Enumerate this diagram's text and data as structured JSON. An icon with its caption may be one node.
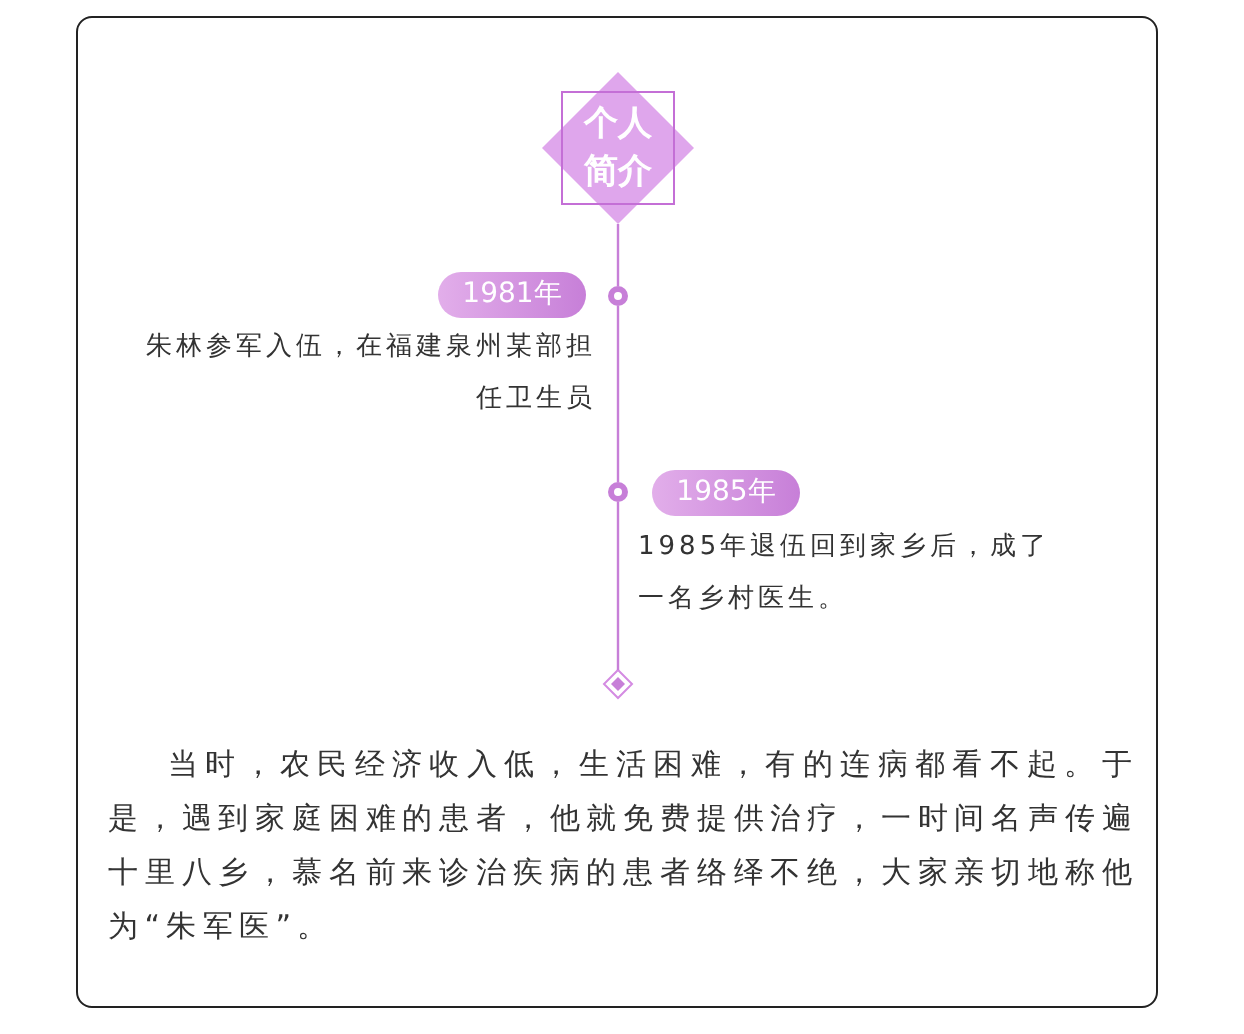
{
  "diagram": {
    "nodes": [
      {
        "text": [
          "个人简介"
        ]
      },
      {
        "text": [
          "1981年"
        ],
        "beside": [
          "朱林参军入伍，在福建泉州某部担任卫生员"
        ]
      },
      {
        "text": [],
        "shape": "circle"
      },
      {
        "text": [],
        "shape": "circle"
      },
      {
        "text": [
          "1985年"
        ],
        "beside": [
          "1985年退伍回到家乡后，成了一名乡村医生。"
        ]
      },
      {
        "text": [],
        "shape": "diamond"
      }
    ],
    "edges": [
      {
        "from": 0,
        "to": 2,
        "arrow": "none"
      },
      {
        "from": 2,
        "to": 3,
        "arrow": "none"
      },
      {
        "from": 3,
        "to": 5,
        "arrow": "none"
      }
    ],
    "labels": [
      "当时，农民经济收入低，生活困难，有的连病都看不起。于是，遇到家庭困难的患者，他就免费提供治疗，一时间名声传遍十里八乡，慕名前来诊治疾病的患者络绎不绝，大家亲切地称他为“朱军医”。"
    ]
  }
}
